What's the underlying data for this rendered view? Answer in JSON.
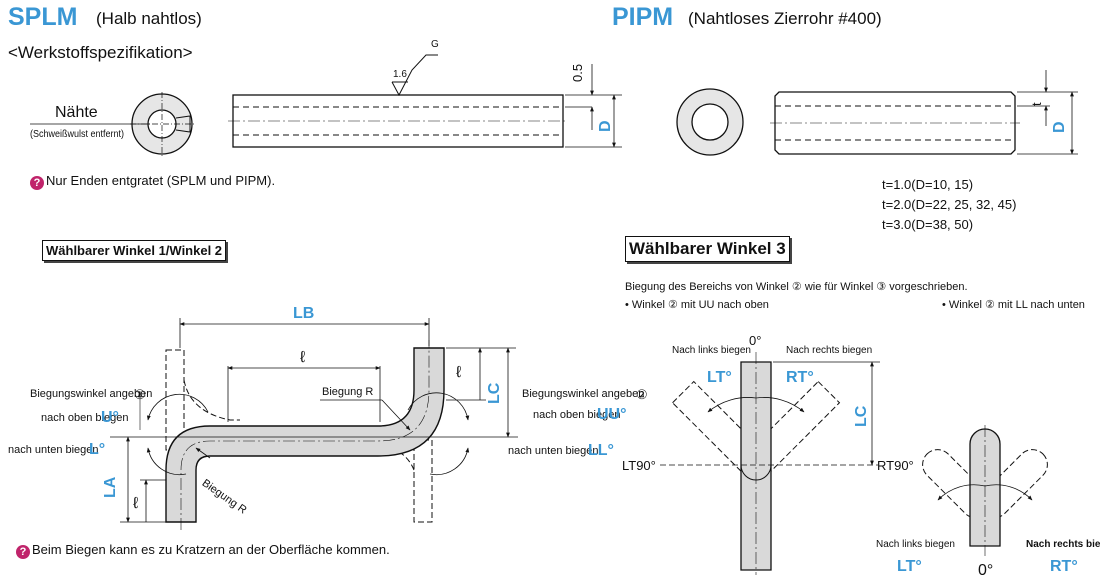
{
  "splm": {
    "code": "SPLM",
    "desc": "(Halb nahtlos)",
    "spec_label": "<Werkstoffspezifikation>",
    "seam_label": "Nähte",
    "seam_note": "(Schweißwulst entfernt)",
    "surface_roughness": "1.6",
    "surface_g": "G",
    "dim_wall": "0.5",
    "dim_d": "D"
  },
  "pipm": {
    "code": "PIPM",
    "desc": "(Nahtloses Zierrohr #400)",
    "dim_t": "t",
    "dim_d": "D",
    "t_rows": [
      "t=1.0(D=10, 15)",
      "t=2.0(D=22, 25, 32, 45)",
      "t=3.0(D=38, 50)"
    ]
  },
  "note_deburr": "Nur Enden entgratet (SPLM und PIPM).",
  "note_scratch": "Beim Biegen kann es zu Kratzern an der Oberfläche kommen.",
  "angle12": {
    "title": "Wählbarer Winkel 1/Winkel 2",
    "lb": "LB",
    "l": "ℓ",
    "la": "LA",
    "lc": "LC",
    "bend_r_top": "Biegung R",
    "bend_r_bottom": "Biegung R",
    "left_marker": "①",
    "left_angle_label": "Biegungswinkel angeben",
    "left_up_label": "nach oben biegen",
    "left_up_code": "U°",
    "left_down_label": "nach unten biegen",
    "left_down_code": "L°",
    "right_marker": "②",
    "right_angle_label": "Biegungswinkel angeben",
    "right_up_label": "nach oben biegen",
    "right_up_code": "UU°",
    "right_down_label": "nach unten biegen",
    "right_down_code": "LL°"
  },
  "angle3": {
    "title": "Wählbarer Winkel 3",
    "desc": "Biegung des Bereichs von Winkel ② wie für Winkel ③ vorgeschrieben.",
    "bullet_left": "• Winkel ② mit UU nach oben",
    "bullet_right": "• Winkel ② mit LL nach unten",
    "zero_top": "0°",
    "zero_bottom": "0°",
    "left_bend": "Nach links biegen",
    "right_bend": "Nach rechts biegen",
    "left_bend_2": "Nach links biegen",
    "right_bend_2": "Nach rechts biege",
    "lt": "LT°",
    "rt": "RT°",
    "lt2": "LT°",
    "rt2": "RT°",
    "lt90": "LT90°",
    "rt90": "RT90°",
    "lc": "LC"
  },
  "colors": {
    "accent": "#3a97d4",
    "note_icon": "#c0246b",
    "part_fill": "#d9d9d9"
  }
}
